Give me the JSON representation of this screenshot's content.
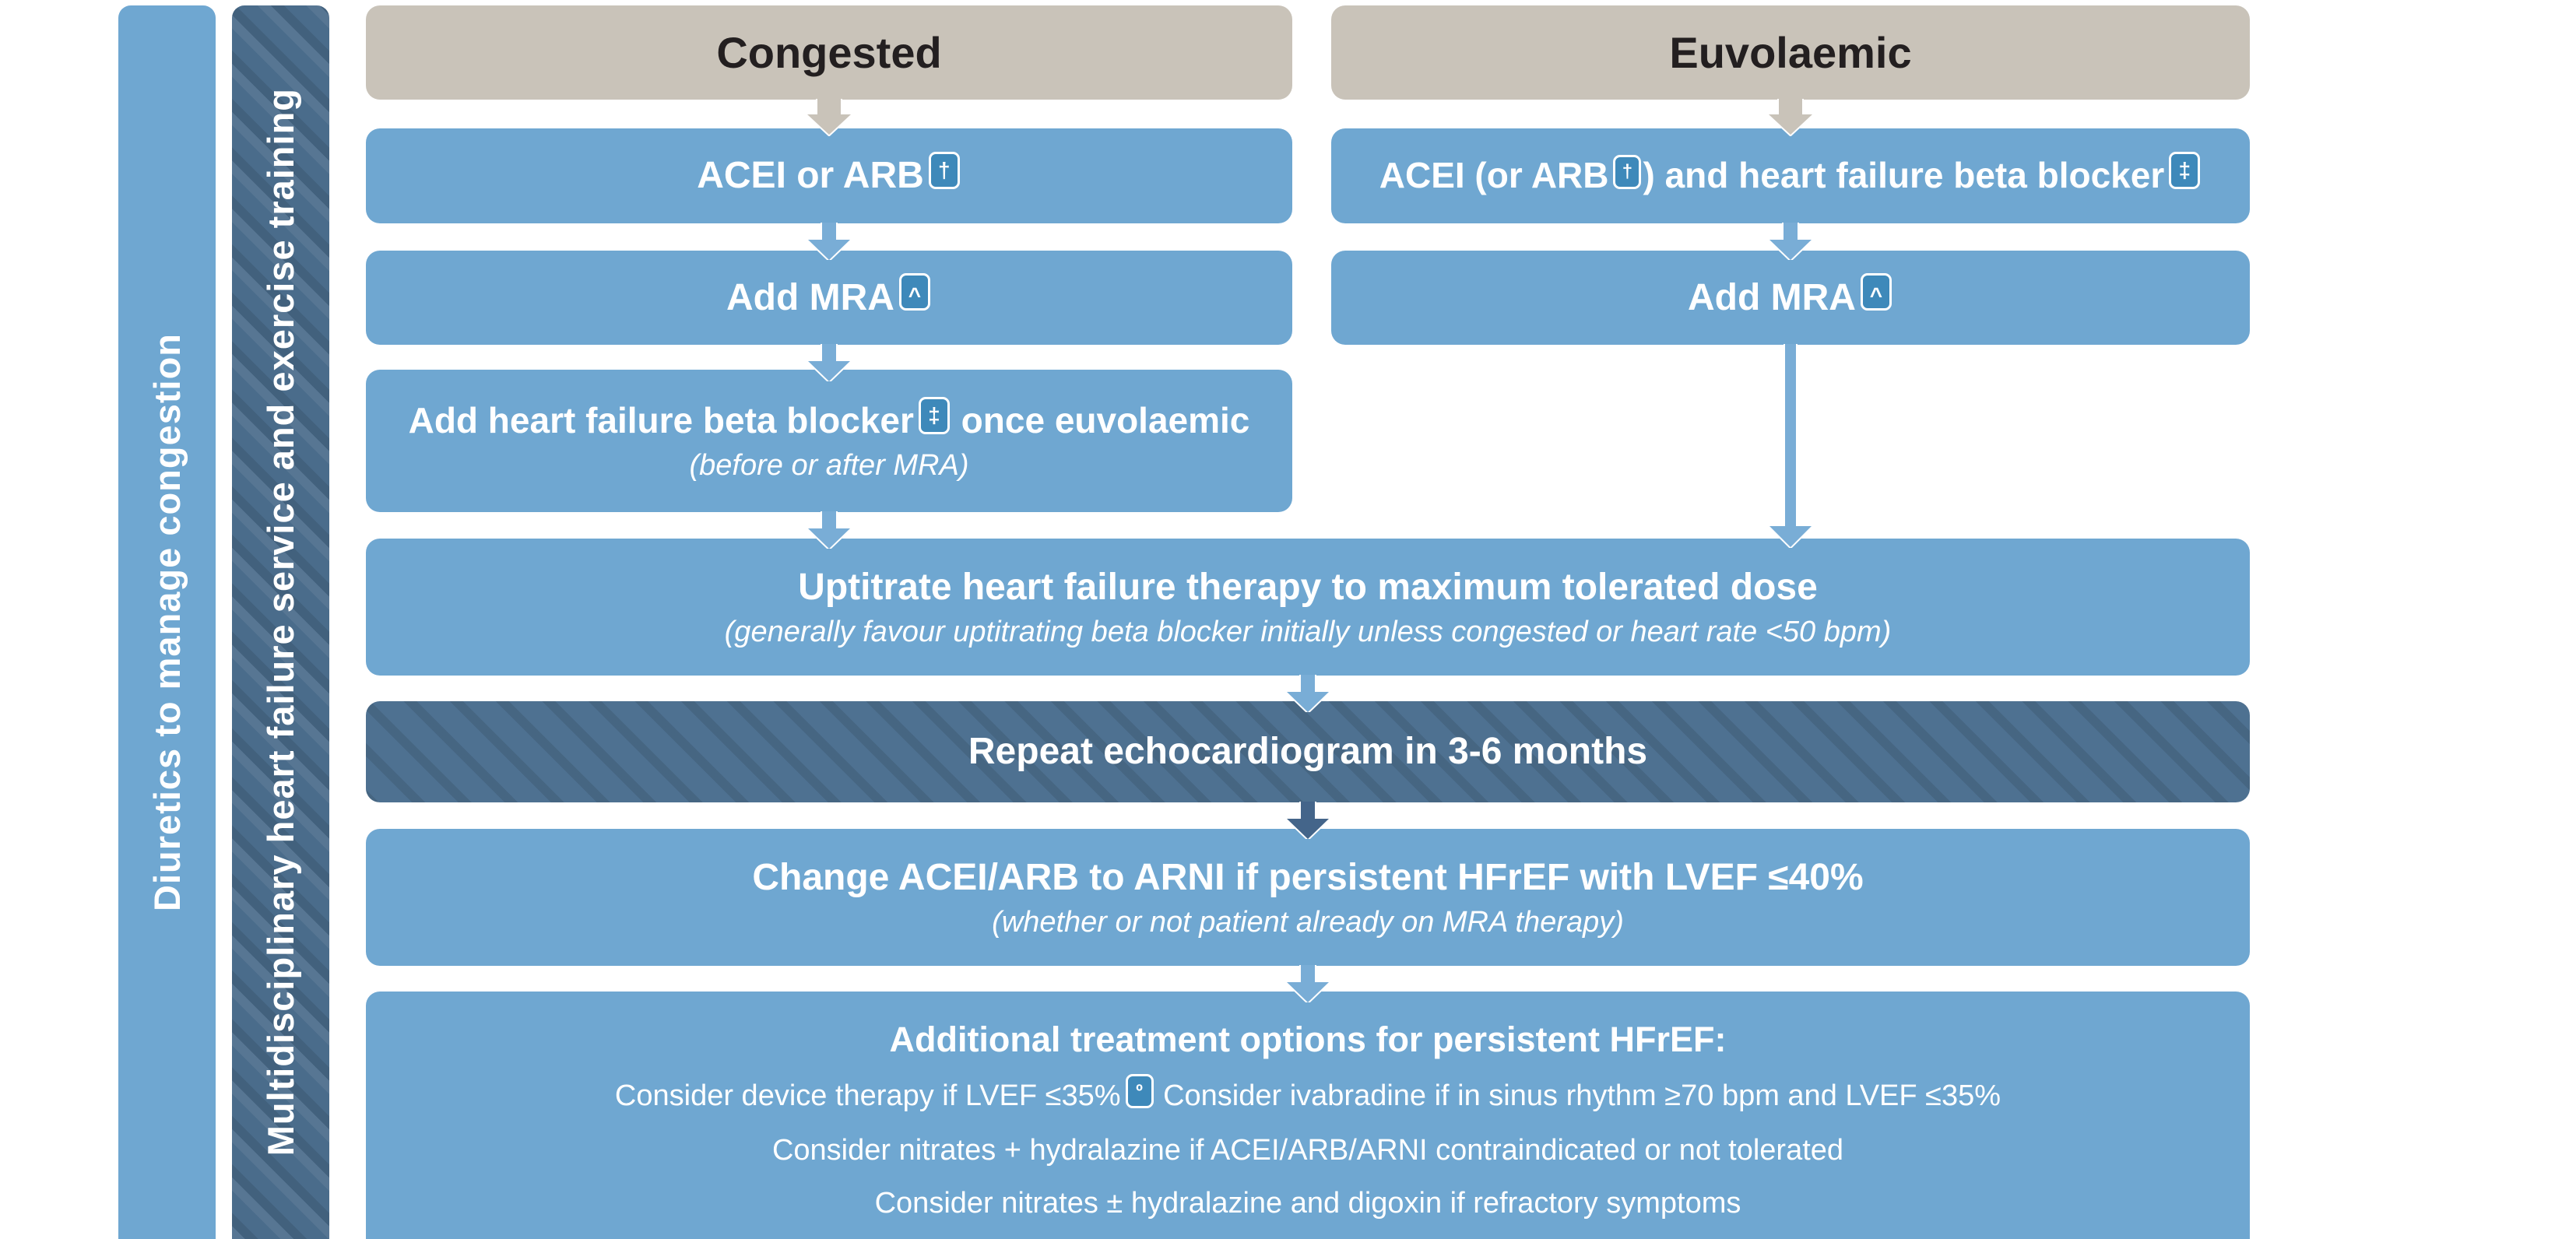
{
  "colors": {
    "box-blue": "#6FA7D1",
    "arrow-blue": "#79ADD6",
    "badge-blue": "#3E89BA",
    "tan": "#C9C3B9",
    "header-text": "#231F20",
    "dark-slate": "#4E7191",
    "dark-arrow": "#44658A",
    "rail-light": "#6FA7D1",
    "rail-dark": "#4A6C8B"
  },
  "rails": {
    "diuretics": "Diuretics to manage congestion",
    "multidisciplinary": "Multidisciplinary heart failure service and exercise training"
  },
  "headers": {
    "left": "Congested",
    "right": "Euvolaemic"
  },
  "left_column": {
    "box1": {
      "text": "ACEI or ARB",
      "badge": "†"
    },
    "box2": {
      "text": "Add MRA",
      "badge": "^"
    },
    "box3": {
      "text_before": "Add heart failure beta blocker",
      "badge": "‡",
      "text_after": "once euvolaemic",
      "subtext": "(before or after MRA)"
    }
  },
  "right_column": {
    "box1": {
      "text_before": "ACEI (or ARB",
      "badge1": "†",
      "text_mid": ") and heart failure beta blocker",
      "badge2": "‡"
    },
    "box2": {
      "text": "Add MRA",
      "badge": "^"
    }
  },
  "shared": {
    "uptitrate": {
      "title": "Uptitrate heart failure therapy to maximum tolerated dose",
      "subtitle": "(generally favour uptitrating beta blocker initially unless congested or heart rate <50 bpm)"
    },
    "echo": {
      "title": "Repeat echocardiogram in 3-6 months"
    },
    "arni": {
      "title": "Change ACEI/ARB to ARNI if persistent HFrEF with LVEF ≤40%",
      "subtitle": "(whether or not patient already on MRA therapy)"
    },
    "additional": {
      "title": "Additional treatment options for persistent HFrEF:",
      "line1_before": "Consider device therapy if LVEF ≤35%",
      "line1_badge": "º",
      "line1_after": "Consider ivabradine if in sinus rhythm ≥70 bpm and LVEF ≤35%",
      "line2": "Consider nitrates + hydralazine if ACEI/ARB/ARNI contraindicated or not tolerated",
      "line3": "Consider nitrates ± hydralazine and digoxin if refractory symptoms"
    }
  }
}
